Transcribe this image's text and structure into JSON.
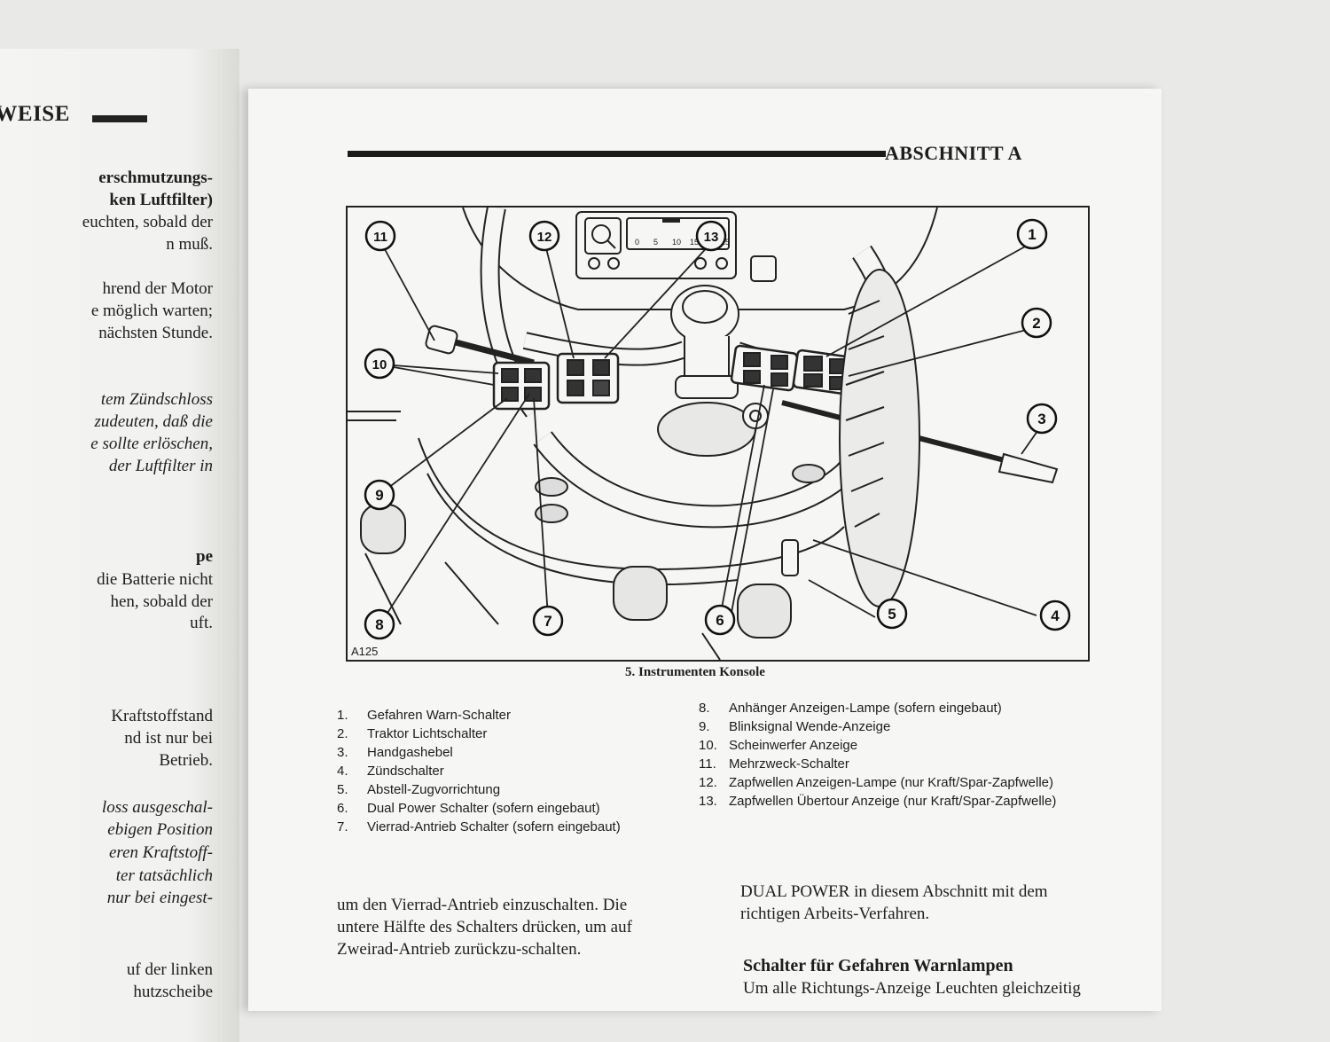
{
  "left_page": {
    "header": "SWEISE",
    "lines": [
      {
        "text": "erschmutzungs-",
        "bold": true,
        "italic": false
      },
      {
        "text": "ken Luftfilter)",
        "bold": true,
        "italic": false
      },
      {
        "text": "euchten, sobald der",
        "bold": false,
        "italic": false
      },
      {
        "text": "n muß.",
        "bold": false,
        "italic": false
      },
      {
        "text": "hrend der Motor",
        "bold": false,
        "italic": false
      },
      {
        "text": "e möglich warten;",
        "bold": false,
        "italic": false
      },
      {
        "text": "nächsten Stunde.",
        "bold": false,
        "italic": false
      },
      {
        "text": "tem Zündschloss",
        "bold": false,
        "italic": true
      },
      {
        "text": "zudeuten, daß die",
        "bold": false,
        "italic": true
      },
      {
        "text": "e sollte erlöschen,",
        "bold": false,
        "italic": true
      },
      {
        "text": "der Luftfilter in",
        "bold": false,
        "italic": true
      },
      {
        "text": "pe",
        "bold": true,
        "italic": false
      },
      {
        "text": "die Batterie nicht",
        "bold": false,
        "italic": false
      },
      {
        "text": "hen, sobald der",
        "bold": false,
        "italic": false
      },
      {
        "text": "uft.",
        "bold": false,
        "italic": false
      },
      {
        "text": "Kraftstoffstand",
        "bold": false,
        "italic": false
      },
      {
        "text": "nd ist nur bei",
        "bold": false,
        "italic": false
      },
      {
        "text": "Betrieb.",
        "bold": false,
        "italic": false
      },
      {
        "text": "loss ausgeschal-",
        "bold": false,
        "italic": true
      },
      {
        "text": "ebigen Position",
        "bold": false,
        "italic": true
      },
      {
        "text": "eren Kraftstoff-",
        "bold": false,
        "italic": true
      },
      {
        "text": "ter tatsächlich",
        "bold": false,
        "italic": true
      },
      {
        "text": "nur bei eingest-",
        "bold": false,
        "italic": true
      },
      {
        "text": "uf der linken",
        "bold": false,
        "italic": false
      },
      {
        "text": "hutzscheibe",
        "bold": false,
        "italic": false
      }
    ]
  },
  "right_page": {
    "section_title": "ABSCHNITT A",
    "figure": {
      "code": "A125",
      "callouts": [
        "1",
        "2",
        "3",
        "4",
        "5",
        "6",
        "7",
        "8",
        "9",
        "10",
        "11",
        "12",
        "13"
      ],
      "caption": "5. Instrumenten Konsole",
      "gauge_marks": [
        "0",
        "5",
        "10",
        "15",
        "20",
        "25"
      ]
    },
    "legend": [
      {
        "num": "1.",
        "label": "Gefahren Warn-Schalter"
      },
      {
        "num": "2.",
        "label": "Traktor Lichtschalter"
      },
      {
        "num": "3.",
        "label": "Handgashebel"
      },
      {
        "num": "4.",
        "label": "Zündschalter"
      },
      {
        "num": "5.",
        "label": "Abstell-Zugvorrichtung"
      },
      {
        "num": "6.",
        "label": "Dual Power Schalter (sofern eingebaut)"
      },
      {
        "num": "7.",
        "label": "Vierrad-Antrieb Schalter (sofern eingebaut)"
      },
      {
        "num": "8.",
        "label": "Anhänger Anzeigen-Lampe (sofern eingebaut)"
      },
      {
        "num": "9.",
        "label": "Blinksignal Wende-Anzeige"
      },
      {
        "num": "10.",
        "label": "Scheinwerfer Anzeige"
      },
      {
        "num": "11.",
        "label": "Mehrzweck-Schalter"
      },
      {
        "num": "12.",
        "label": "Zapfwellen Anzeigen-Lampe (nur Kraft/Spar-Zapfwelle)"
      },
      {
        "num": "13.",
        "label": "Zapfwellen Übertour Anzeige (nur Kraft/Spar-Zapfwelle)"
      }
    ],
    "left_column_text": [
      "um den Vierrad-Antrieb einzuschalten. Die",
      "untere Hälfte des Schalters drücken, um auf",
      "Zweirad-Antrieb zurückzu-schalten."
    ],
    "right_column_text": [
      "DUAL POWER in diesem Abschnitt mit dem",
      "richtigen Arbeits-Verfahren."
    ],
    "subheading": "Schalter für Gefahren Warnlampen",
    "subheading_text": "Um alle Richtungs-Anzeige Leuchten gleichzeitig"
  }
}
